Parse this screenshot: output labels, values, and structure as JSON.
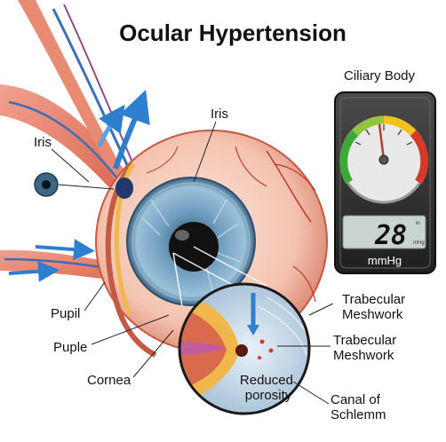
{
  "title": "Ocular Hypertension",
  "gauge": {
    "heading": "Ciliary Body",
    "reading": "28",
    "unit_small_top": "in",
    "unit_small_bottom": "mHg",
    "unit": "mmHg"
  },
  "labels": {
    "iris_top": "Iris",
    "iris_left": "Iris",
    "pupil": "Pupil",
    "puple": "Puple",
    "cornea": "Cornea",
    "trabecular_1": [
      "Trabecular",
      "Meshwork"
    ],
    "trabecular_2": [
      "Trabecular",
      "Meshwork"
    ],
    "reduced_porosity": [
      "Reduced",
      "porosity"
    ],
    "canal": [
      "Canal of",
      "Schlemm"
    ]
  },
  "colors": {
    "sclera": "#f3c7b4",
    "vessel": "#c0392b",
    "iris": "#5b86a8",
    "pupil": "#111111",
    "flow_arrow": "#2f7fd1",
    "meshwork": "#f0b84a",
    "gauge_green": "#3aa935",
    "gauge_yellow": "#f2c21b",
    "gauge_red": "#d63a2a",
    "lcd": "#c9d3cf"
  }
}
